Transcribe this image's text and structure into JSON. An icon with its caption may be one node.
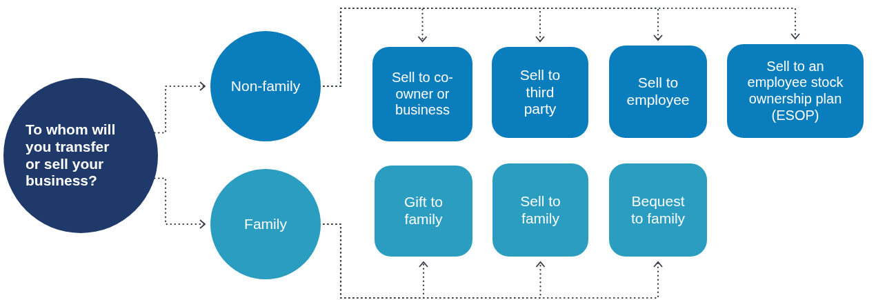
{
  "diagram": {
    "nodes": [
      {
        "text": [
          "To whom will you transfer or sell your business?"
        ]
      },
      {
        "text": [
          "Non-family"
        ]
      },
      {
        "text": [
          "Family"
        ]
      },
      {
        "text": [
          "Sell to co-owner or business"
        ]
      },
      {
        "text": [
          "Sell to third party"
        ]
      },
      {
        "text": [
          "Sell to employee"
        ]
      },
      {
        "text": [
          "Sell to an employee stock ownership plan (ESOP)"
        ]
      },
      {
        "text": [
          "Gift to family"
        ]
      },
      {
        "text": [
          "Sell to family"
        ]
      },
      {
        "text": [
          "Bequest to family"
        ]
      }
    ],
    "edges": [
      {
        "from": 0,
        "to": 1,
        "arrow": "to"
      },
      {
        "from": 0,
        "to": 2,
        "arrow": "to"
      },
      {
        "from": 1,
        "to": 3,
        "arrow": "to"
      },
      {
        "from": 1,
        "to": 4,
        "arrow": "to"
      },
      {
        "from": 1,
        "to": 5,
        "arrow": "to"
      },
      {
        "from": 1,
        "to": 6,
        "arrow": "to"
      },
      {
        "from": 2,
        "to": 7,
        "arrow": "to"
      },
      {
        "from": 2,
        "to": 8,
        "arrow": "to"
      },
      {
        "from": 2,
        "to": 9,
        "arrow": "to"
      }
    ]
  }
}
